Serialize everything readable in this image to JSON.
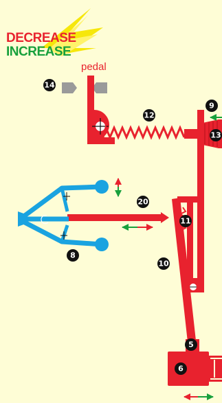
{
  "legend": {
    "decrease": "DECREASE",
    "increase": "INCREASE",
    "decrease_color": "#e8222e",
    "increase_color": "#18a03c"
  },
  "labels": {
    "pedal": "pedal"
  },
  "callouts": [
    {
      "id": "c14",
      "label": "14"
    },
    {
      "id": "c12",
      "label": "12"
    },
    {
      "id": "c9",
      "label": "9"
    },
    {
      "id": "c13",
      "label": "13"
    },
    {
      "id": "c20",
      "label": "20"
    },
    {
      "id": "c11",
      "label": "11"
    },
    {
      "id": "c8",
      "label": "8"
    },
    {
      "id": "c10",
      "label": "10"
    },
    {
      "id": "c5",
      "label": "5"
    },
    {
      "id": "c6",
      "label": "6"
    }
  ],
  "colors": {
    "background": "#fefdd6",
    "mechanism": "#e8222e",
    "governor": "#1aa3e0",
    "stop": "#9a9a9a",
    "badge": "#111111"
  }
}
